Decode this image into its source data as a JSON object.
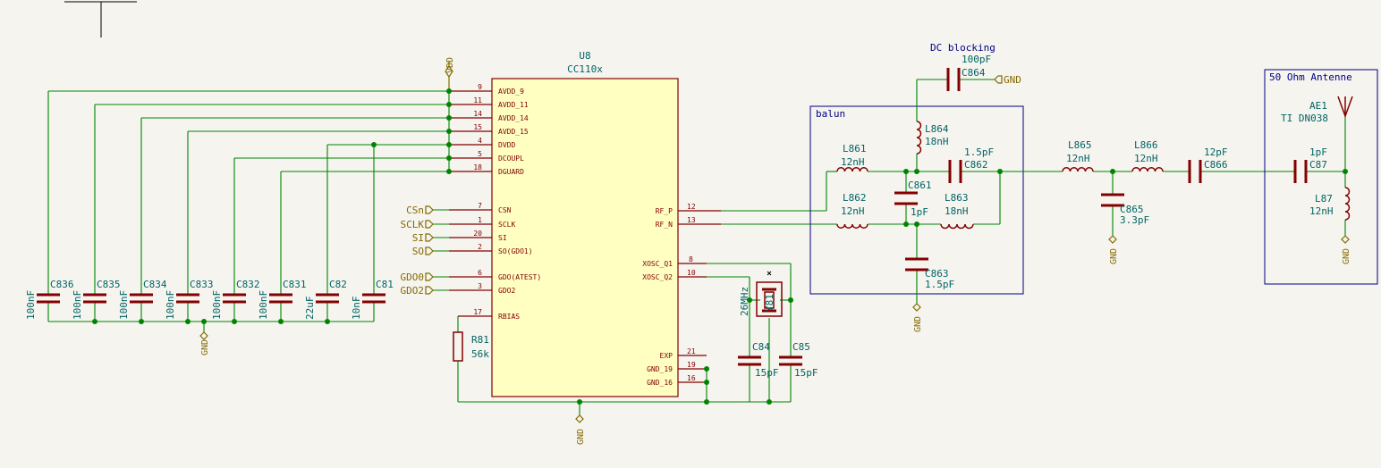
{
  "ic": {
    "ref": "U8",
    "value": "CC110x",
    "left_pins": [
      {
        "num": "9",
        "name": "AVDD_9"
      },
      {
        "num": "11",
        "name": "AVDD_11"
      },
      {
        "num": "14",
        "name": "AVDD_14"
      },
      {
        "num": "15",
        "name": "AVDD_15"
      },
      {
        "num": "4",
        "name": "DVDD"
      },
      {
        "num": "5",
        "name": "DCOUPL"
      },
      {
        "num": "18",
        "name": "DGUARD"
      },
      {
        "num": "7",
        "name": "CSN"
      },
      {
        "num": "1",
        "name": "SCLK"
      },
      {
        "num": "20",
        "name": "SI"
      },
      {
        "num": "2",
        "name": "SO(GDO1)"
      },
      {
        "num": "6",
        "name": "GDO(ATEST)"
      },
      {
        "num": "3",
        "name": "GDO2"
      },
      {
        "num": "17",
        "name": "RBIAS"
      }
    ],
    "right_pins": [
      {
        "num": "12",
        "name": "RF_P"
      },
      {
        "num": "13",
        "name": "RF_N"
      },
      {
        "num": "8",
        "name": "XOSC_Q1"
      },
      {
        "num": "10",
        "name": "XOSC_Q2"
      },
      {
        "num": "21",
        "name": "EXP"
      },
      {
        "num": "19",
        "name": "GND_19"
      },
      {
        "num": "16",
        "name": "GND_16"
      }
    ]
  },
  "labels": {
    "csn": "CSn",
    "sclk": "SCLK",
    "si": "SI",
    "so": "SO",
    "gdo0": "GDO0",
    "gdo2": "GDO2",
    "gnd_right": "GND"
  },
  "power": {
    "vdd": "VDD",
    "gnd_decoupling": "GND",
    "gnd_ic": "GND",
    "gnd_c863": "GND",
    "gnd_c865": "GND",
    "gnd_l87": "GND"
  },
  "decoupling_caps": [
    {
      "ref": "C836",
      "value": "100nF"
    },
    {
      "ref": "C835",
      "value": "100nF"
    },
    {
      "ref": "C834",
      "value": "100nF"
    },
    {
      "ref": "C833",
      "value": "100nF"
    },
    {
      "ref": "C832",
      "value": "100nF"
    },
    {
      "ref": "C831",
      "value": "100nF"
    },
    {
      "ref": "C82",
      "value": "22uF"
    },
    {
      "ref": "C81",
      "value": "10nF"
    }
  ],
  "components": {
    "r81": {
      "ref": "R81",
      "value": "56k"
    },
    "y81": {
      "ref": "Y81",
      "value": "26MHz"
    },
    "c84": {
      "ref": "C84",
      "value": "15pF"
    },
    "c85": {
      "ref": "C85",
      "value": "15pF"
    },
    "l861": {
      "ref": "L861",
      "value": "12nH"
    },
    "l862": {
      "ref": "L862",
      "value": "12nH"
    },
    "c861": {
      "ref": "C861",
      "value": "1pF"
    },
    "l863": {
      "ref": "L863",
      "value": "18nH"
    },
    "l864": {
      "ref": "L864",
      "value": "18nH"
    },
    "c862": {
      "ref": "C862",
      "value": "1.5pF"
    },
    "c863": {
      "ref": "C863",
      "value": "1.5pF"
    },
    "c864": {
      "ref": "C864",
      "value": "100pF"
    },
    "l865": {
      "ref": "L865",
      "value": "12nH"
    },
    "l866": {
      "ref": "L866",
      "value": "12nH"
    },
    "c865": {
      "ref": "C865",
      "value": "3.3pF"
    },
    "c866": {
      "ref": "C866",
      "value": "12pF"
    },
    "c87": {
      "ref": "C87",
      "value": "1pF"
    },
    "l87": {
      "ref": "L87",
      "value": "12nH"
    },
    "ae1": {
      "ref": "AE1",
      "value": "TI DN038"
    }
  },
  "notes": {
    "dc_blocking": "DC blocking",
    "balun": "balun",
    "antenna": "50 Ohm Antenne"
  }
}
